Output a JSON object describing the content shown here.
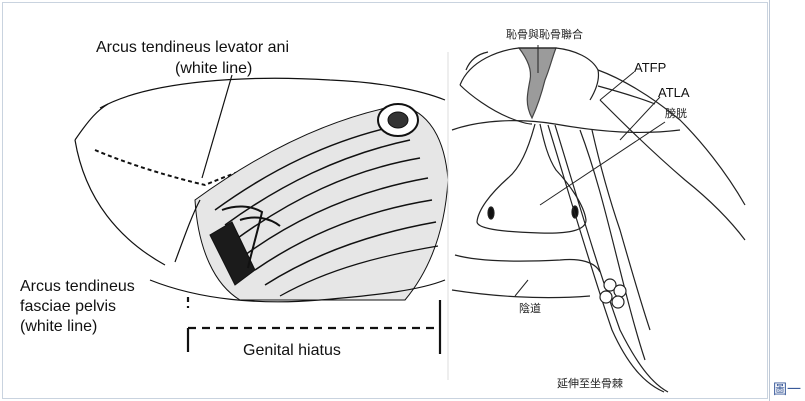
{
  "left_panel": {
    "label_arcus_levator_line1": "Arcus tendineus levator ani",
    "label_arcus_levator_line2": "(white line)",
    "label_arcus_fasciae_line1": "Arcus tendineus",
    "label_arcus_fasciae_line2": "fasciae pelvis",
    "label_arcus_fasciae_line3": "(white line)",
    "label_genital_hiatus": "Genital hiatus"
  },
  "right_panel": {
    "label_pubic_symphysis": "恥骨與恥骨聯合",
    "label_atfp": "ATFP",
    "label_atla": "ATLA",
    "label_bladder": "膀胱",
    "label_vagina": "陰道",
    "label_extends_to_ischial_spine": "延伸至坐骨棘"
  },
  "caption": {
    "text": "圖一"
  }
}
